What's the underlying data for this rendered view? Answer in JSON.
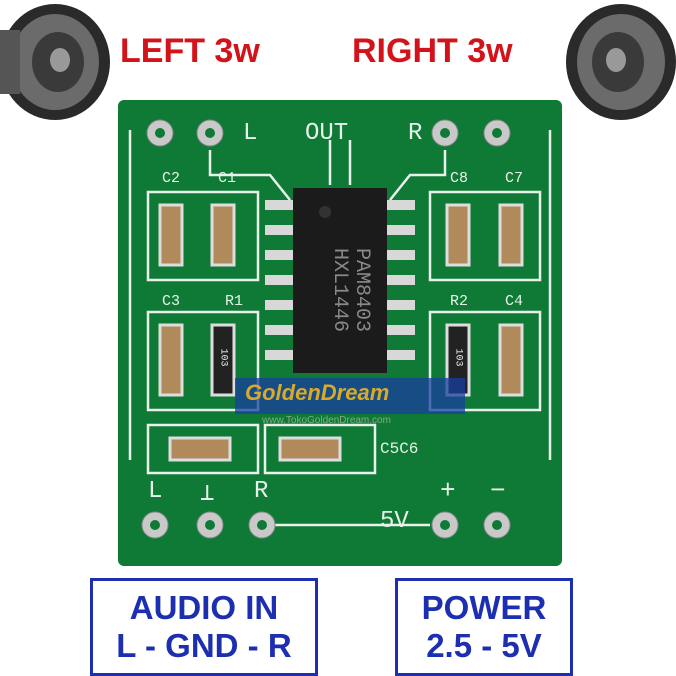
{
  "top_labels": {
    "left": "LEFT 3w",
    "right": "RIGHT 3w"
  },
  "board": {
    "silkscreen": {
      "l": "L",
      "out": "OUT",
      "r": "R",
      "c2": "C2",
      "c1": "C1",
      "c8": "C8",
      "c7": "C7",
      "c3": "C3",
      "r1": "R1",
      "r2": "R2",
      "c4": "C4",
      "c5c6": "C5C6",
      "in_l": "L",
      "in_gnd": "⊥",
      "in_r": "R",
      "v5": "5V",
      "plus": "+",
      "minus": "−"
    },
    "chip": {
      "line1": "PAM8403",
      "line2": "HXL1446"
    },
    "resistor_code": "103",
    "colors": {
      "pcb": "#0e7a35",
      "silk": "#e8f2ea"
    }
  },
  "watermark": {
    "brand": "GoldenDream",
    "url": "www.TokoGoldenDream.com"
  },
  "bottom_boxes": {
    "audio_in": {
      "line1": "AUDIO IN",
      "line2": "L - GND - R"
    },
    "power": {
      "line1": "POWER",
      "line2": "2.5 - 5V"
    }
  },
  "colors": {
    "label_red": "#d3121a",
    "box_blue": "#1c2fb0"
  }
}
